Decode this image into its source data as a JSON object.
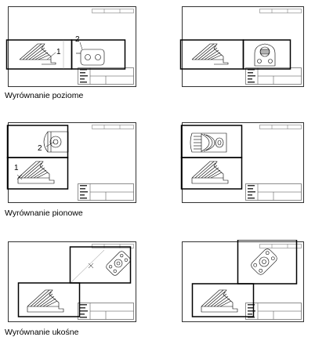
{
  "captions": {
    "horizontal": "Wyrównanie poziome",
    "vertical": "Wyrównanie pionowe",
    "diagonal": "Wyrównanie ukośne"
  },
  "callouts": {
    "one": "1",
    "two": "2"
  },
  "colors": {
    "line": "#000000",
    "thin": "#555555",
    "background": "#ffffff"
  }
}
